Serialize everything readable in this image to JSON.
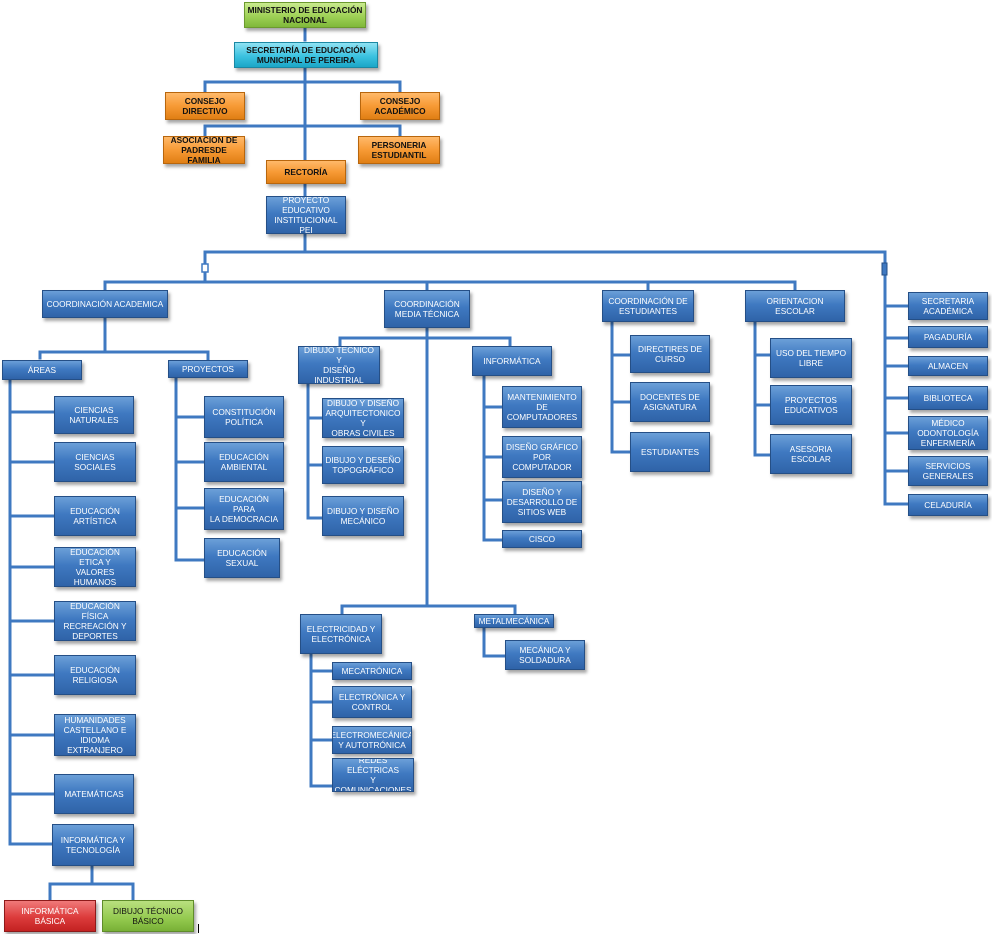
{
  "colors": {
    "connector": "#3f79c1",
    "blue_node": "#3f79c1",
    "orange_node": "#f79a35",
    "green_node": "#9fd156",
    "cyan_node": "#3cc2e0",
    "red_node": "#dc3b3b"
  },
  "nodes": {
    "ministerio": "MINISTERIO DE EDUCACIÓN\nNACIONAL",
    "secretaria": "SECRETARÍA DE EDUCACIÓN\nMUNICIPAL DE PEREIRA",
    "consejo_directivo": "CONSEJO\nDIRECTIVO",
    "consejo_academico": "CONSEJO\nACADÉMICO",
    "asociacion_padres": "ASOCIACIÓN DE\nPADRESDE FAMILIA",
    "personeria": "PERSONERIA\nESTUDIANTIL",
    "rectoria": "RECTORÍA",
    "pei": "PROYECTO\nEDUCATIVO\nINSTITUCIONAL PEI",
    "coord_academica": "COORDINACIÓN ACADEMICA",
    "coord_media": "COORDINACIÓN\nMEDIA TÉCNICA",
    "coord_estudiantes": "COORDINACIÓN DE\nESTUDIANTES",
    "orientacion": "ORIENTACION ESCOLAR",
    "areas": "ÁREAS",
    "proyectos": "PROYECTOS",
    "ciencias_naturales": "CIENCIAS\nNATURALES",
    "ciencias_sociales": "CIENCIAS SOCIALES",
    "ed_artistica": "EDUCACIÓN\nARTÍSTICA",
    "ed_etica": "EDUCACIÓN ETICA Y\nVALORES\nHUMANOS",
    "ed_fisica": "EDUCACIÓN FÍSICA\nRECREACIÓN Y\nDEPORTES",
    "ed_religiosa": "EDUCACIÓN\nRELIGIOSA",
    "humanidades": "HUMANIDADES\nCASTELLANO E\nIDIOMA\nEXTRANJERO",
    "matematicas": "MATEMÁTICAS",
    "informatica_tec": "INFORMÁTICA Y\nTECNOLOGÍA",
    "informatica_basica": "INFORMÁTICA\nBÁSICA",
    "dibujo_basico": "DIBUJO TÉCNICO\nBÁSICO",
    "constitucion": "CONSTITUCIÓN\nPOLÍTICA",
    "ed_ambiental": "EDUCACIÓN\nAMBIENTAL",
    "ed_democracia": "EDUCACIÓN PARA\nLA DEMOCRACIA",
    "ed_sexual": "EDUCACIÓN\nSEXUAL",
    "dibujo_tecnico": "DIBUJO TÉCNICO Y\nDISEÑO INDUSTRIAL",
    "dibujo_arq": "DIBUJO Y DISEÑO\nARQUITECTONICO Y\nOBRAS CIVILES",
    "dibujo_topo": "DIBUJO Y DESEÑO\nTOPOGRÁFICO",
    "dibujo_mec": "DIBUJO Y DISEÑO\nMECÁNICO",
    "informatica": "INFORMÁTICA",
    "mantenimiento": "MANTENIMIENTO\nDE\nCOMPUTADORES",
    "diseno_grafico": "DISEÑO GRÁFICO\nPOR COMPUTADOR",
    "diseno_web": "DISEÑO Y\nDESARROLLO DE\nSITIOS WEB",
    "cisco": "CISCO",
    "electricidad": "ELECTRICIDAD Y\nELECTRÓNICA",
    "mecatronica": "MECATRÓNICA",
    "electronica_control": "ELECTRÓNICA Y\nCONTROL",
    "electromecanica": "ELECTROMECÁNICA\nY AUTOTRÓNICA",
    "redes": "REDES ELÉCTRICAS\nY\nCOMUNICACIONES",
    "metalmecanica": "METALMECÁNICA",
    "mecanica_soldadura": "MECÁNICA Y\nSOLDADURA",
    "directores": "DIRECTIRES DE\nCURSO",
    "docentes": "DOCENTES DE\nASIGNATURA",
    "estudiantes": "ESTUDIANTES",
    "uso_tiempo": "USO DEL TIEMPO\nLIBRE",
    "proyectos_educativos": "PROYECTOS\nEDUCATIVOS",
    "asesoria": "ASESORIA ESCOLAR",
    "secretaria_academica": "SECRETARIA\nACADÉMICA",
    "pagaduria": "PAGADURÍA",
    "almacen": "ALMACEN",
    "biblioteca": "BIBLIOTECA",
    "medico": "MÉDICO\nODONTOLOGÍA\nENFERMERÍA",
    "servicios": "SERVICIOS\nGENERALES",
    "celaduria": "CELADURÍA"
  }
}
